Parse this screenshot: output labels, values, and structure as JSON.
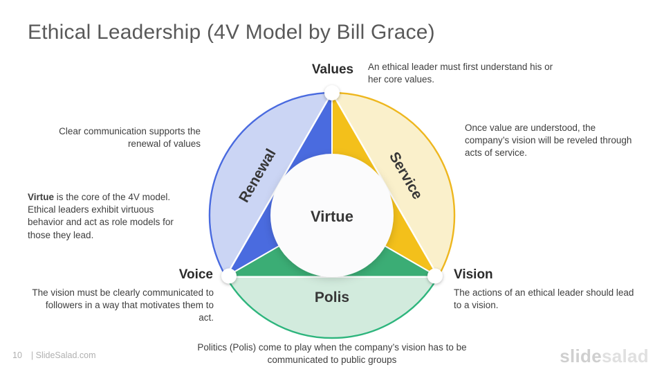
{
  "slide": {
    "title": "Ethical Leadership (4V Model by Bill Grace)",
    "footer": {
      "page_number": "10",
      "site": "| SlideSalad.com"
    },
    "logo": {
      "part1": "slide",
      "part2": "salad"
    }
  },
  "diagram": {
    "center_label": "Virtue",
    "sector_labels": {
      "left": "Renewal",
      "right": "Service",
      "bottom": "Polis"
    },
    "colors": {
      "blue": "#4A6BDF",
      "blue_light": "#CBD5F4",
      "blue_arc": "#4A6BDF",
      "yellow": "#F3C01B",
      "yellow_light": "#FAF0CB",
      "yellow_arc": "#EEB71F",
      "green": "#3BAD75",
      "green_light": "#D2EBDD",
      "green_arc": "#2FB57D",
      "center_fill": "#FBFBFC",
      "dot_fill": "#FFFFFF",
      "title_text": "#595959",
      "heading_text": "#2B2B2B",
      "body_text": "#3E3E3E",
      "footer_text": "#B0B0B0"
    }
  },
  "nodes": {
    "values": {
      "label": "Values",
      "desc": "An ethical leader must first understand his or\nher core values."
    },
    "voice": {
      "label": "Voice",
      "desc": "The vision must be clearly communicated to\nfollowers in a way that motivates them to\nact."
    },
    "vision": {
      "label": "Vision",
      "desc": "The actions of an ethical leader should lead\nto a vision."
    }
  },
  "notes": {
    "renewal": "Clear communication supports the\nrenewal of values",
    "virtue_lead": "Virtue",
    "virtue_text": " is the core of the 4V model.\nEthical leaders exhibit virtuous\nbehavior and act as role models for\nthose they lead.",
    "service": "Once value are understood, the\ncompany’s vision will be reveled through\nacts of service.",
    "polis": "Politics (Polis) come to play when the company’s vision has to be\ncommunicated to public groups"
  }
}
